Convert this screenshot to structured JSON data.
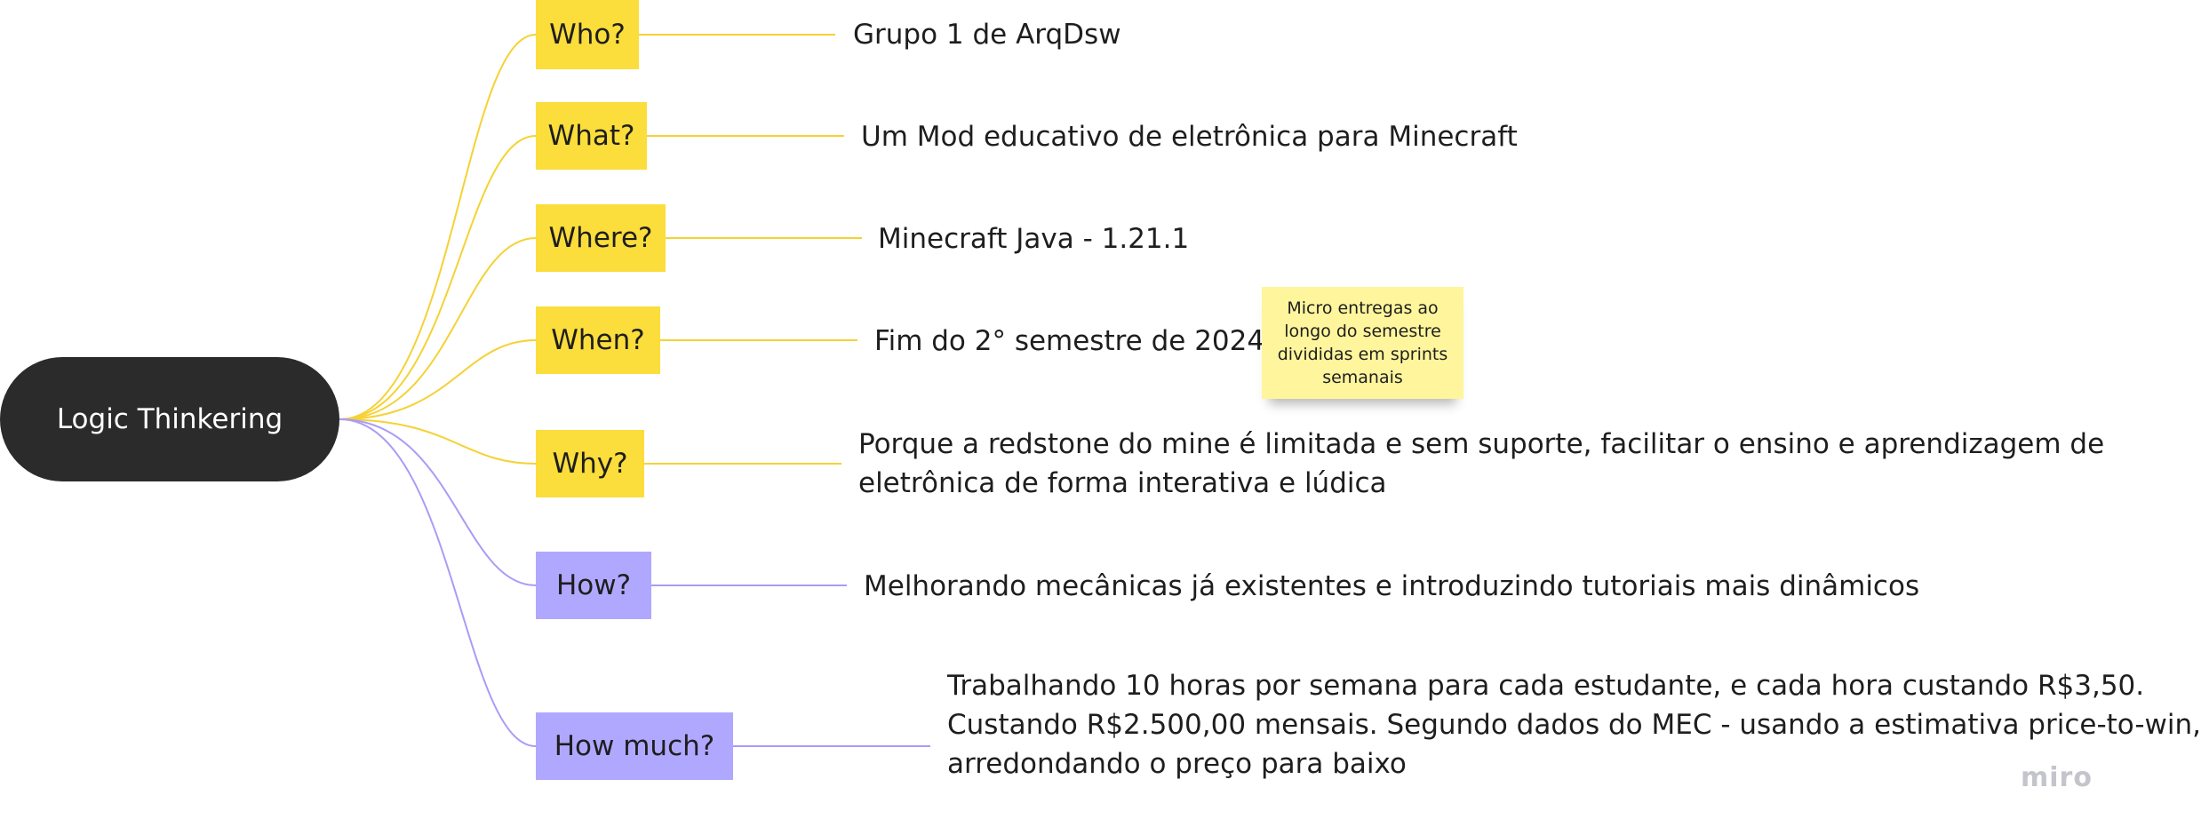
{
  "root": {
    "label": "Logic Thinkering"
  },
  "branches": [
    {
      "question": "Who?",
      "answer": [
        "Grupo 1 de ArqDsw"
      ],
      "color": "#fbdd3b"
    },
    {
      "question": "What?",
      "answer": [
        "Um Mod educativo de eletrônica para Minecraft"
      ],
      "color": "#fbdd3b"
    },
    {
      "question": "Where?",
      "answer": [
        "Minecraft Java - 1.21.1"
      ],
      "color": "#fbdd3b"
    },
    {
      "question": "When?",
      "answer": [
        "Fim do 2° semestre de 2024"
      ],
      "color": "#fbdd3b"
    },
    {
      "question": "Why?",
      "answer": [
        "Porque a redstone do mine é limitada e sem suporte, facilitar o ensino e aprendizagem de",
        "eletrônica de forma interativa e lúdica"
      ],
      "color": "#fbdd3b"
    },
    {
      "question": "How?",
      "answer": [
        "Melhorando mecânicas já existentes e introduzindo tutoriais mais dinâmicos"
      ],
      "color": "#b0a8ff"
    },
    {
      "question": "How much?",
      "answer": [
        "Trabalhando 10 horas por semana para cada estudante, e cada hora custando R$3,50.",
        "Custando R$2.500,00 mensais. Segundo dados do MEC - usando a estimativa price-to-win,",
        "arredondando o preço para baixo"
      ],
      "color": "#b0a8ff"
    }
  ],
  "sticky_note": {
    "text": [
      "Micro entregas ao",
      "longo do semestre",
      "divididas em sprints",
      "semanais"
    ],
    "color": "#fff59c"
  },
  "brand": "miro",
  "colors": {
    "yellow_line": "#f5d235",
    "purple_line": "#a99cf7",
    "root_bg": "#2b2b2b"
  }
}
